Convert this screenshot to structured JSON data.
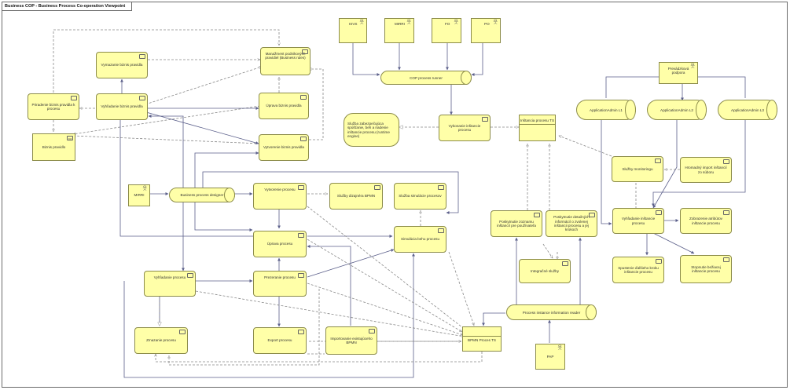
{
  "window": {
    "title": "Business COP - Business Process Co-operation Viewpoint"
  },
  "nodes": {
    "mgmt_rules": "Manažment podnikových pravidiel (Business rules)",
    "delete_rule": "Vymazanie biznis pravidla",
    "assign_rule": "Priradenie biznis pravidla k procesu",
    "search_rule": "Vyhľadanie biznis pravidla",
    "edit_rule": "Úprava biznis pravidla",
    "biz_rules": "Biznis pravidlo",
    "create_rule": "Vytvorenie biznis pravidla",
    "ISVS": "ISVS",
    "MIRRI_top": "MIRRI",
    "FO": "FO",
    "PO": "PO",
    "cop_runner": "COP process runner",
    "coord_service": "Služba zabezpečujúca spúšťanie, beh a riadenie inštancie procesu (runtime engine)",
    "exec_instance": "Vykonanie inštancie procesu",
    "instance_TS": "Inštancia procesu TS",
    "provider": "Prevádzková podpora",
    "admin_l1": "ApplicationAdmin L1",
    "admin_l2": "ApplicationAdmin L2",
    "admin_l3": "ApplicationAdmin L3",
    "monitoring": "Služby monitoringu",
    "bulk_import": "Hromadný import inštancií zo súboru",
    "MIRRI_left": "MIRRI",
    "designer": "Business process designer",
    "create_process": "Vytvorenie procesu",
    "bpmn_service": "Služby dizajnéra BPMN",
    "sim_service": "Služba simulácie procesov",
    "edit_process": "Úprava procesu",
    "sim_run": "Simulácia behu procesu",
    "provide_list": "Poskytnutie zoznamu inštancií pre používateľa",
    "provide_detail": "Poskytnutie detailných informácií o zvolenej inštancii procesu a jej krokoch",
    "integration": "Integračné služby",
    "search_instance": "Vyhľadanie inštancie procesu",
    "show_attrs": "Zobrazenie atribútov inštancie procesu",
    "start_step": "Spustenie ďalšieho kroku inštancie procesu",
    "stop_step": "Stopnutie bežiacej inštancie procesu",
    "search_process": "Vyhľadanie procesu",
    "delete_process": "Zmazanie procesu",
    "read_process": "Prezeranie procesu",
    "export_process": "Export procesu",
    "import_bpmn": "Importovanie existujúceho BPMN",
    "bpmn_ts": "BPMN Proces TS",
    "reader": "Process instance information reader",
    "PAP": "PAP"
  },
  "icons": {
    "function": "function-icon",
    "actor": "actor-icon",
    "service": "service-icon",
    "object": "object-icon"
  },
  "colors": {
    "node_fill": "#ffffa8",
    "node_border": "#8c8c4a",
    "wire": "#5b5f8a"
  }
}
